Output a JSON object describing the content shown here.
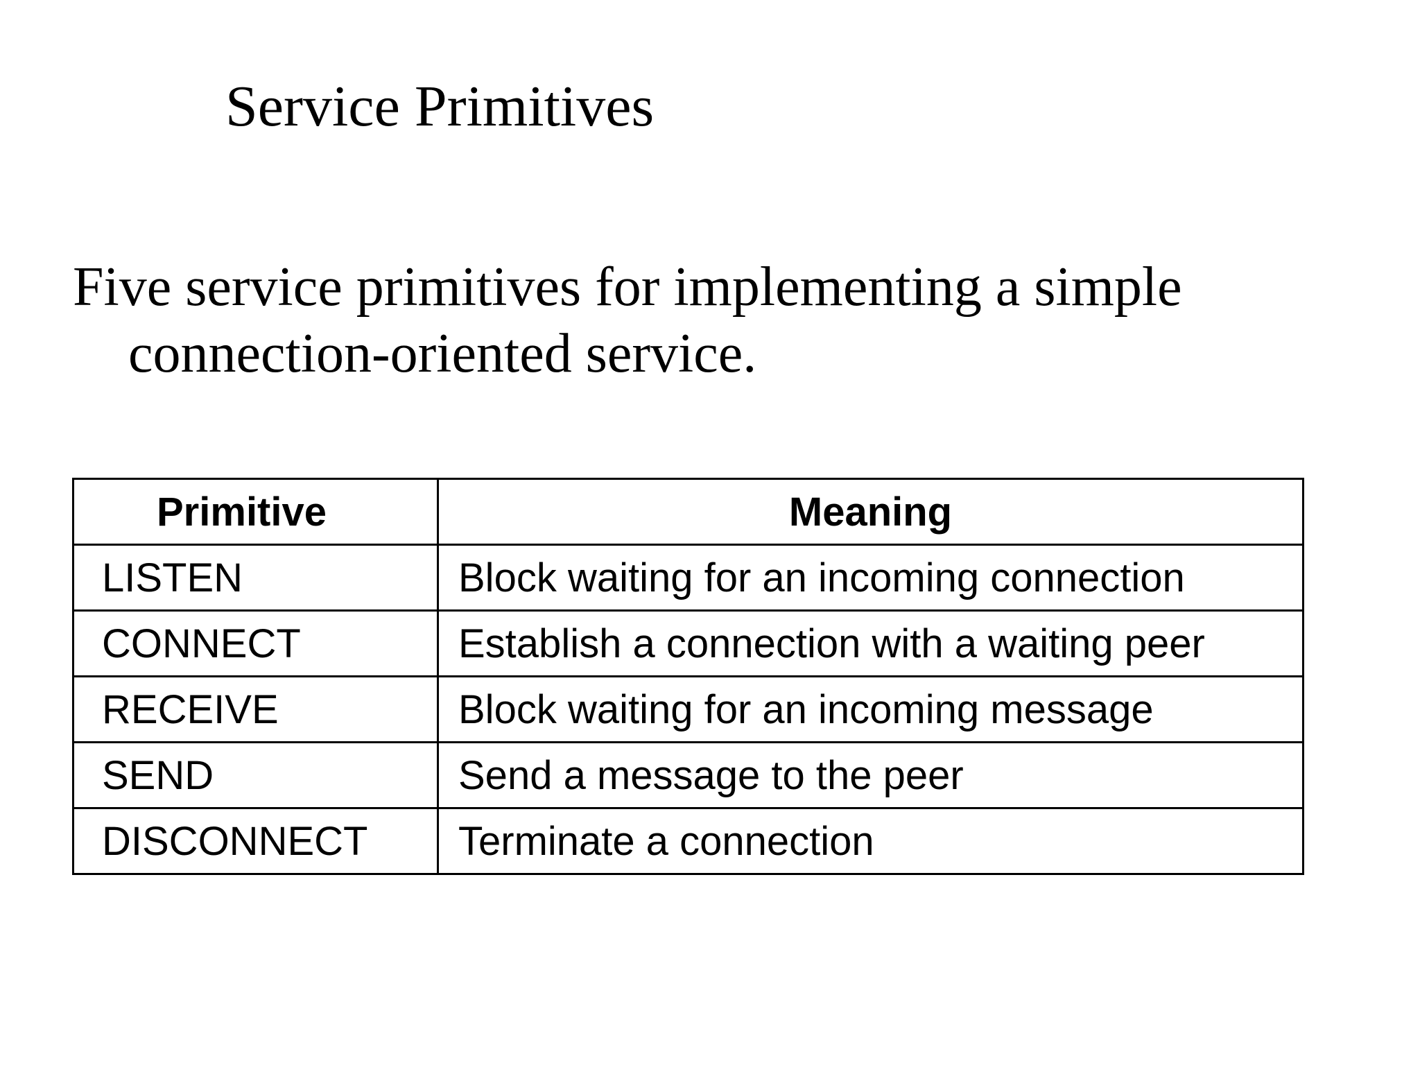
{
  "slide": {
    "title": "Service Primitives",
    "body_line_1": "Five service primitives for implementing a simple",
    "body_line_2": "connection-oriented service."
  },
  "table": {
    "headers": [
      "Primitive",
      "Meaning"
    ],
    "rows": [
      [
        "LISTEN",
        "Block waiting for an incoming connection"
      ],
      [
        "CONNECT",
        "Establish a connection with a waiting peer"
      ],
      [
        "RECEIVE",
        "Block waiting for an incoming message"
      ],
      [
        "SEND",
        "Send a message to the peer"
      ],
      [
        "DISCONNECT",
        "Terminate a connection"
      ]
    ]
  }
}
